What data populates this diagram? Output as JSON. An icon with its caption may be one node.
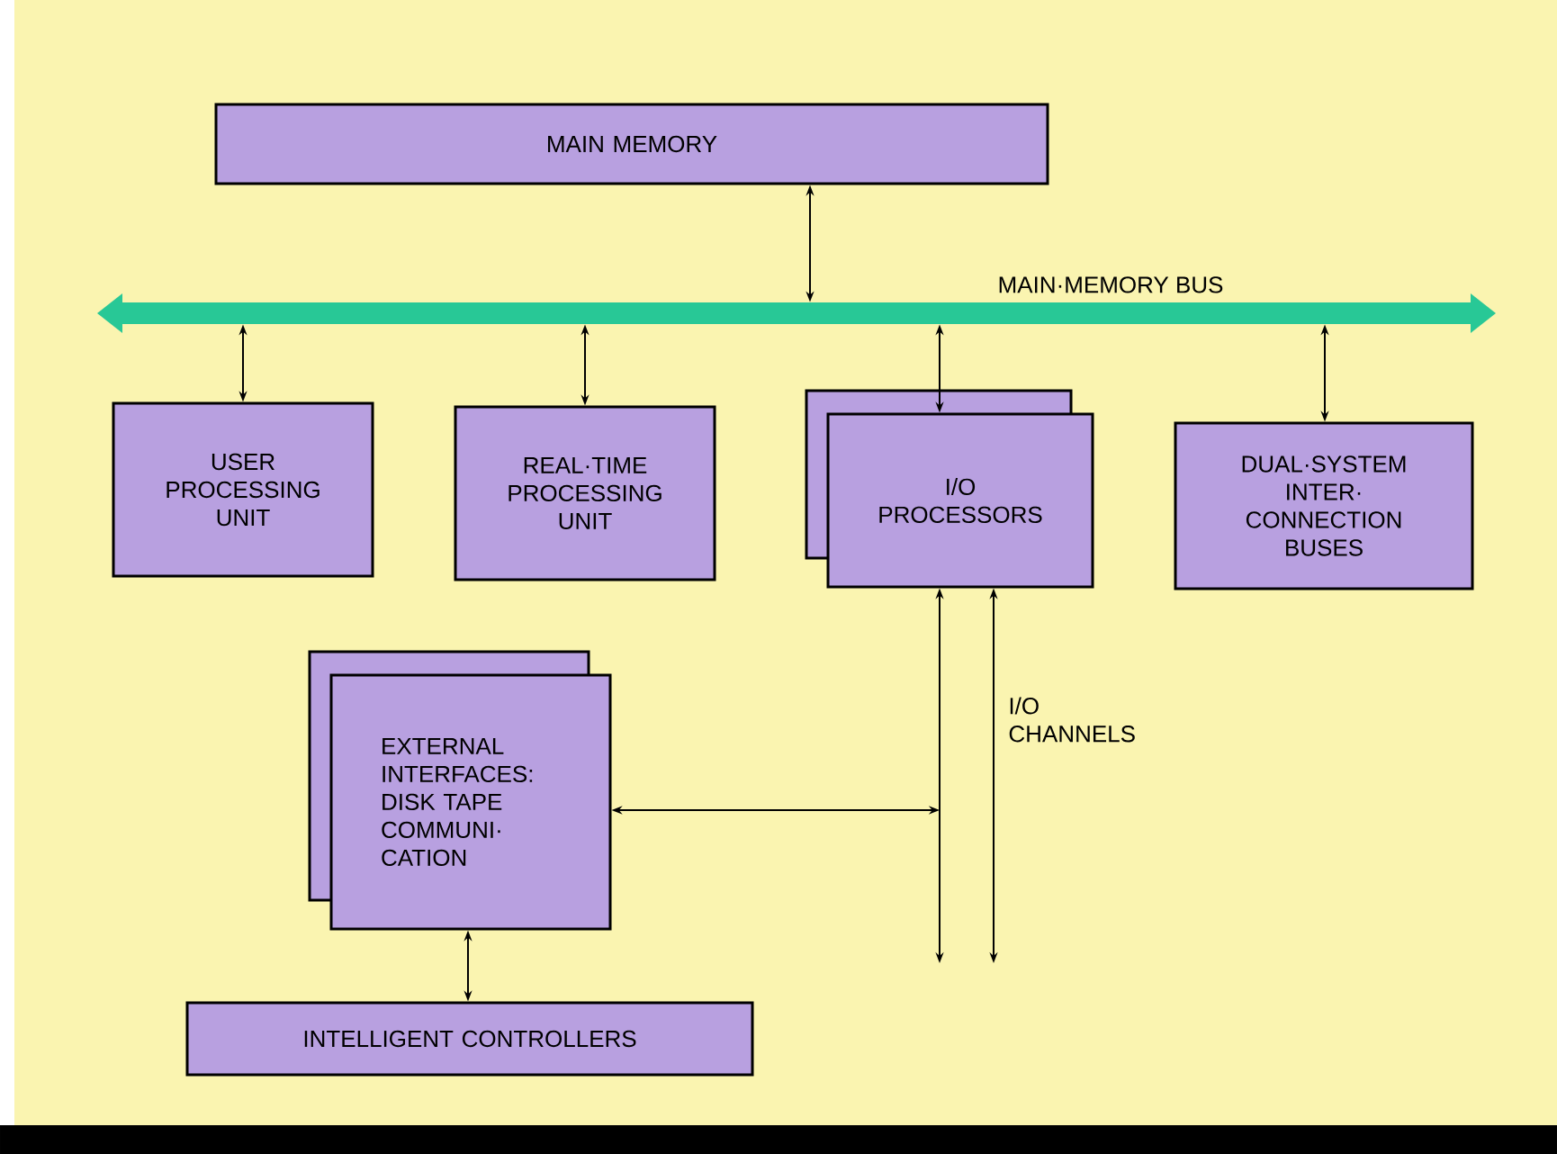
{
  "diagram": {
    "nodes": [
      {
        "text": [
          "MAIN MEMORY"
        ]
      },
      {
        "text": [
          "MAIN·MEMORY BUS"
        ]
      },
      {
        "text": [
          "USER PROCESSING UNIT"
        ]
      },
      {
        "text": [
          "REAL·TIME PROCESSING UNIT"
        ]
      },
      {
        "text": [
          "I/O PROCESSORS"
        ]
      },
      {
        "text": [
          "DUAL·SYSTEM INTER· CONNECTION BUSES"
        ]
      },
      {
        "text": [
          "EXTERNAL INTERFACES: DISK TAPE COMMUNI· CATION"
        ]
      },
      {
        "text": [
          "INTELLIGENT CONTROLLERS"
        ]
      }
    ],
    "edges": [
      {
        "from": 0,
        "to": 1,
        "arrow": "both"
      },
      {
        "from": 1,
        "to": 2,
        "arrow": "both"
      },
      {
        "from": 1,
        "to": 3,
        "arrow": "both"
      },
      {
        "from": 1,
        "to": 4,
        "arrow": "both"
      },
      {
        "from": 1,
        "to": 5,
        "arrow": "both"
      },
      {
        "from": 4,
        "to": null,
        "arrow": "both"
      },
      {
        "from": 4,
        "to": null,
        "arrow": "both"
      },
      {
        "from": null,
        "to": 6,
        "arrow": "both"
      },
      {
        "from": 6,
        "to": 7,
        "arrow": "both"
      }
    ],
    "labels": [
      "I/O CHANNELS"
    ]
  }
}
